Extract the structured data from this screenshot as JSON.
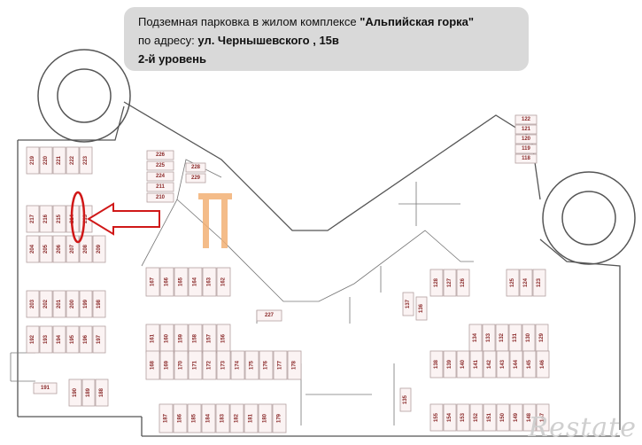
{
  "info": {
    "line1_pre": "Подземная парковка в жилом комплексе ",
    "line1_name": "\"Альпийская горка\"",
    "line2_pre": "по адресу: ",
    "line2_addr": "ул. Чернышевского , 15в",
    "line3": "2-й уровень"
  },
  "watermark": "Restate",
  "colors": {
    "spot_number": "#8a2a2a",
    "highlight": "#d01818",
    "logo": "#f0a050"
  },
  "highlighted_spot": "214",
  "spots": {
    "left_top_row": [
      "219",
      "220",
      "221",
      "222",
      "223"
    ],
    "left_mid_row_a": [
      "217",
      "216",
      "215",
      "214",
      "213"
    ],
    "left_mid_row_b": [
      "204",
      "205",
      "206",
      "207",
      "208",
      "209"
    ],
    "left_block_c": [
      "203",
      "202",
      "201",
      "200",
      "199",
      "198"
    ],
    "left_block_d": [
      "192",
      "193",
      "194",
      "195",
      "196",
      "197"
    ],
    "left_block_e": [
      "191",
      "190",
      "189",
      "188"
    ],
    "left_col": [
      "226",
      "225",
      "224",
      "211",
      "210"
    ],
    "angled": [
      "228",
      "229"
    ],
    "center_row_a": [
      "167",
      "166",
      "165",
      "164",
      "163",
      "162"
    ],
    "center_row_b": [
      "161",
      "160",
      "159",
      "158",
      "157",
      "156"
    ],
    "center_row_c": [
      "168",
      "169",
      "170",
      "171",
      "172",
      "173",
      "174",
      "175",
      "176",
      "177",
      "178"
    ],
    "bottom_row": [
      "187",
      "186",
      "185",
      "184",
      "183",
      "182",
      "181",
      "180",
      "179"
    ],
    "middle": [
      "227",
      "137",
      "136",
      "135"
    ],
    "right_row_a": [
      "128",
      "127",
      "126"
    ],
    "right_row_b": [
      "125",
      "124",
      "123"
    ],
    "right_row_c": [
      "134",
      "133",
      "132",
      "131",
      "130",
      "129"
    ],
    "right_row_d": [
      "138",
      "139",
      "140",
      "141",
      "142",
      "143",
      "144",
      "145",
      "146"
    ],
    "right_bottom": [
      "155",
      "154",
      "153",
      "152",
      "151",
      "150",
      "149",
      "148",
      "147"
    ],
    "right_top": [
      "122",
      "121",
      "120",
      "119",
      "118"
    ]
  }
}
